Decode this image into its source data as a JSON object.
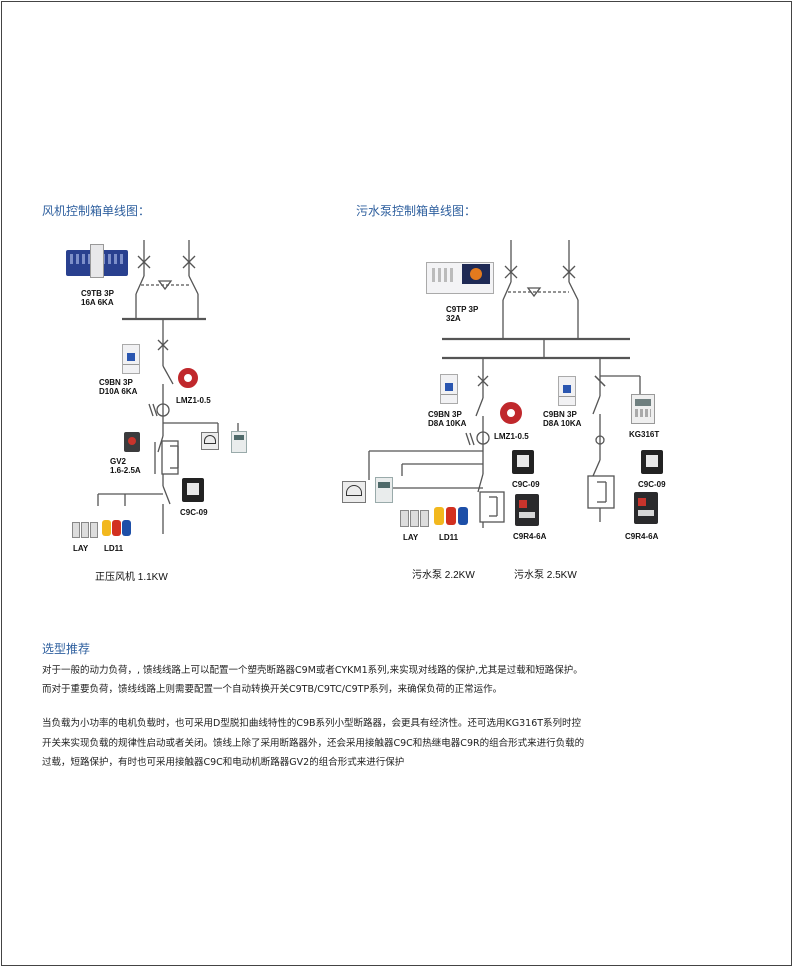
{
  "titles": {
    "fan": "风机控制箱单线图：",
    "pump": "污水泵控制箱单线图："
  },
  "fan": {
    "ats_line1": "C9TB 3P",
    "ats_line2": "16A 6KA",
    "breaker_line1": "C9BN 3P",
    "breaker_line2": "D10A  6KA",
    "ct": "LMZ1-0.5",
    "gv2_line1": "GV2",
    "gv2_line2": "1.6-2.5A",
    "contactor": "C9C-09",
    "lay": "LAY",
    "ld11": "LD11",
    "caption": "正压风机 1.1KW"
  },
  "pump": {
    "ats_line1": "C9TP 3P",
    "ats_line2": "32A",
    "breaker1_line1": "C9BN  3P",
    "breaker1_line2": "D8A 10KA",
    "breaker2_line1": "C9BN  3P",
    "breaker2_line2": "D8A 10KA",
    "timer": "KG316T",
    "ct": "LMZ1-0.5",
    "contactor1": "C9C-09",
    "contactor2": "C9C-09",
    "relay1": "C9R4-6A",
    "relay2": "C9R4-6A",
    "lay": "LAY",
    "ld11": "LD11",
    "caption1": "污水泵 2.2KW",
    "caption2": "污水泵 2.5KW"
  },
  "section": {
    "heading": "选型推荐",
    "para1_line1": "对于一般的动力负荷，, 馈线线路上可以配置一个塑壳断路器C9M或者CYKM1系列,来实现对线路的保护,尤其是过载和短路保护。",
    "para1_line2": "而对于重要负荷，馈线线路上则需要配置一个自动转换开关C9TB/C9TC/C9TP系列，来确保负荷的正常运作。",
    "para2_line1": "当负载为小功率的电机负载时，也可采用D型脱扣曲线特性的C9B系列小型断路器，会更具有经济性。还可选用KG316T系列时控",
    "para2_line2": "开关来实现负载的规律性启动或者关闭。馈线上除了采用断路器外，还会采用接触器C9C和热继电器C9R的组合形式来进行负载的",
    "para2_line3": "过载，短路保护，有时也可采用接触器C9C和电动机断路器GV2的组合形式来进行保护"
  },
  "colors": {
    "title_blue": "#2e5f9e",
    "ats_blue": "#2a3f8f",
    "ct_red": "#c0282c",
    "lamp_yellow": "#f2b81e",
    "lamp_red": "#d23020",
    "lamp_blue": "#1d4fa8"
  },
  "icons": [
    "ats-switch-icon",
    "mcb-icon",
    "ct-icon",
    "gv2-breaker-icon",
    "ammeter-icon",
    "energy-meter-icon",
    "contactor-icon",
    "thermal-relay-icon",
    "timer-switch-icon",
    "pilot-lamp-icon"
  ]
}
